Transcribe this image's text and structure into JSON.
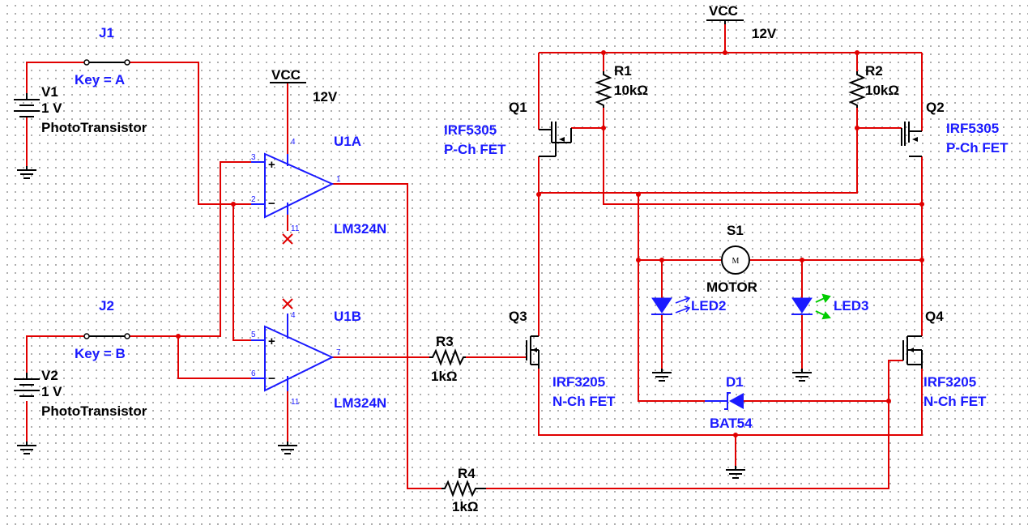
{
  "supply": {
    "left": {
      "net": "VCC",
      "value": "12V"
    },
    "right": {
      "net": "VCC",
      "value": "12V"
    }
  },
  "switches": [
    {
      "ref": "J1",
      "key": "Key = A"
    },
    {
      "ref": "J2",
      "key": "Key = B"
    }
  ],
  "sources": [
    {
      "ref": "V1",
      "value": "1 V",
      "label": "PhotoTransistor"
    },
    {
      "ref": "V2",
      "value": "1 V",
      "label": "PhotoTransistor"
    }
  ],
  "opamps": [
    {
      "ref": "U1A",
      "part": "LM324N",
      "pins": {
        "in_plus": "3",
        "in_minus": "2",
        "out": "1",
        "vcc": "4",
        "gnd": "11"
      }
    },
    {
      "ref": "U1B",
      "part": "LM324N",
      "pins": {
        "in_plus": "5",
        "in_minus": "6",
        "out": "7",
        "vcc": "4",
        "gnd": "11"
      }
    }
  ],
  "resistors": [
    {
      "ref": "R1",
      "value": "10kΩ"
    },
    {
      "ref": "R2",
      "value": "10kΩ"
    },
    {
      "ref": "R3",
      "value": "1kΩ"
    },
    {
      "ref": "R4",
      "value": "1kΩ"
    }
  ],
  "transistors": [
    {
      "ref": "Q1",
      "part": "IRF5305",
      "type": "P-Ch FET"
    },
    {
      "ref": "Q2",
      "part": "IRF5305",
      "type": "P-Ch FET"
    },
    {
      "ref": "Q3",
      "part": "IRF3205",
      "type": "N-Ch FET"
    },
    {
      "ref": "Q4",
      "part": "IRF3205",
      "type": "N-Ch FET"
    }
  ],
  "motor": {
    "ref": "S1",
    "label": "MOTOR",
    "symbol": "M"
  },
  "leds": [
    {
      "ref": "LED2",
      "color": "#1a1aff"
    },
    {
      "ref": "LED3",
      "color": "#00cc00"
    }
  ],
  "diode": {
    "ref": "D1",
    "part": "BAT54"
  },
  "colors": {
    "wire": "#e00000",
    "label": "#1a1aff",
    "component": "#000000"
  }
}
